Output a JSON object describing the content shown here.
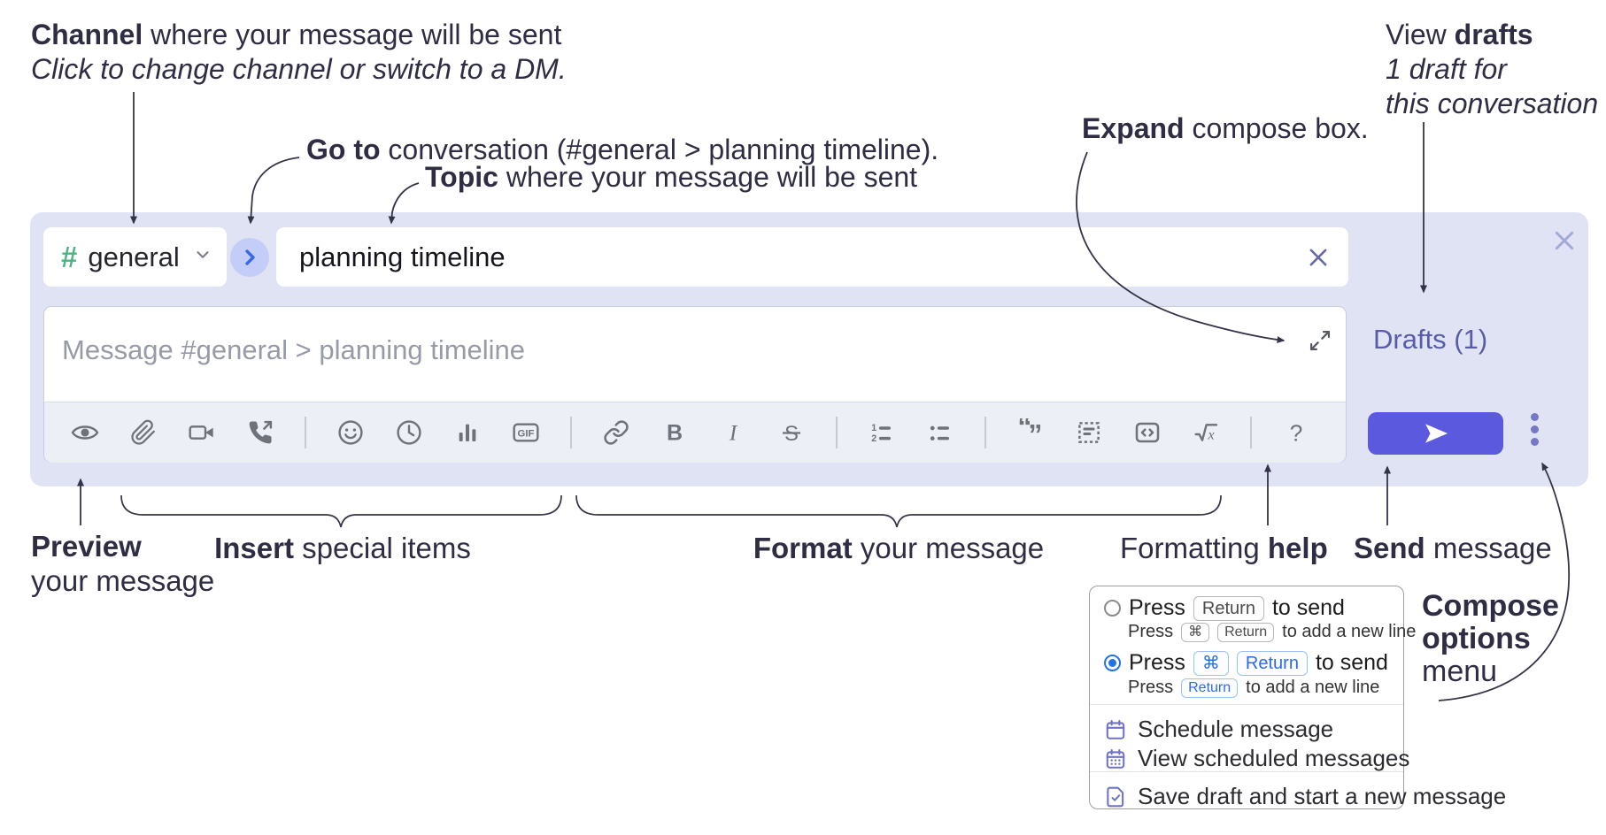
{
  "annotations": {
    "channel": {
      "bold": "Channel",
      "rest": " where your message will be sent",
      "line2": "Click to change channel or switch to a DM."
    },
    "goto": {
      "bold": "Go to",
      "rest": " conversation (#general > planning timeline)."
    },
    "topic": {
      "bold": "Topic",
      "rest": " where your message will be sent"
    },
    "expand": {
      "bold": "Expand",
      "rest": " compose box."
    },
    "drafts": {
      "line1_regular": "View ",
      "line1_bold": "drafts",
      "line2": "1 draft for",
      "line3": "this conversation"
    },
    "preview": {
      "bold": "Preview",
      "line2": "your message"
    },
    "insert": {
      "bold": "Insert",
      "rest": " special items"
    },
    "format": {
      "bold": "Format",
      "rest": " your message"
    },
    "help": {
      "regular": "Formatting ",
      "bold": "help"
    },
    "send": {
      "bold": "Send",
      "rest": " message"
    },
    "compose_options": {
      "line1": "Compose",
      "line2": "options",
      "line3": "menu"
    }
  },
  "compose": {
    "channel_hash": "#",
    "channel_name": "general",
    "topic_value": "planning timeline",
    "message_placeholder": "Message #general > planning timeline",
    "drafts_link": "Drafts (1)"
  },
  "toolbar": {
    "icons": [
      "preview",
      "attach-file",
      "add-video-call",
      "add-audio-call",
      "emoji",
      "add-global-time",
      "add-poll",
      "add-gif",
      "link",
      "bold",
      "italic",
      "strikethrough",
      "numbered-list",
      "bulleted-list",
      "quote",
      "spoiler",
      "code",
      "math",
      "help"
    ],
    "glyphs": {
      "bold": "B",
      "italic": "I",
      "strike": "S",
      "gif": "GIF",
      "help": "?",
      "math_x": "x",
      "quote_open": "“",
      "quote_close": "”"
    }
  },
  "menu": {
    "option1": {
      "pre": "Press",
      "kbd1": "Return",
      "post": "to send",
      "sub": {
        "pre": "Press",
        "kbd1": "⌘",
        "kbd2": "Return",
        "post": "to add a new line"
      }
    },
    "option2": {
      "pre": "Press",
      "kbd1": "⌘",
      "kbd2": "Return",
      "post": "to send",
      "sub": {
        "pre": "Press",
        "kbd1": "Return",
        "post": "to add a new line"
      }
    },
    "schedule": "Schedule message",
    "view_scheduled": "View scheduled messages",
    "save_draft": "Save draft and start a new message"
  },
  "colors": {
    "compose_bg": "#e0e3f4",
    "toolbar_bg": "#edeff6",
    "send_button": "#5b59dd",
    "drafts_link": "#585ca8",
    "hash_green": "#4db584",
    "goto_circle_bg": "#c3cdf8",
    "goto_chevron": "#3a67e8",
    "radio_blue": "#2173e8",
    "kbd_blue": "#2a6ce8",
    "menu_icon_purple": "#6e72c9",
    "icon_gray": "#6e727a",
    "annotation_navy": "#2e2d44"
  }
}
